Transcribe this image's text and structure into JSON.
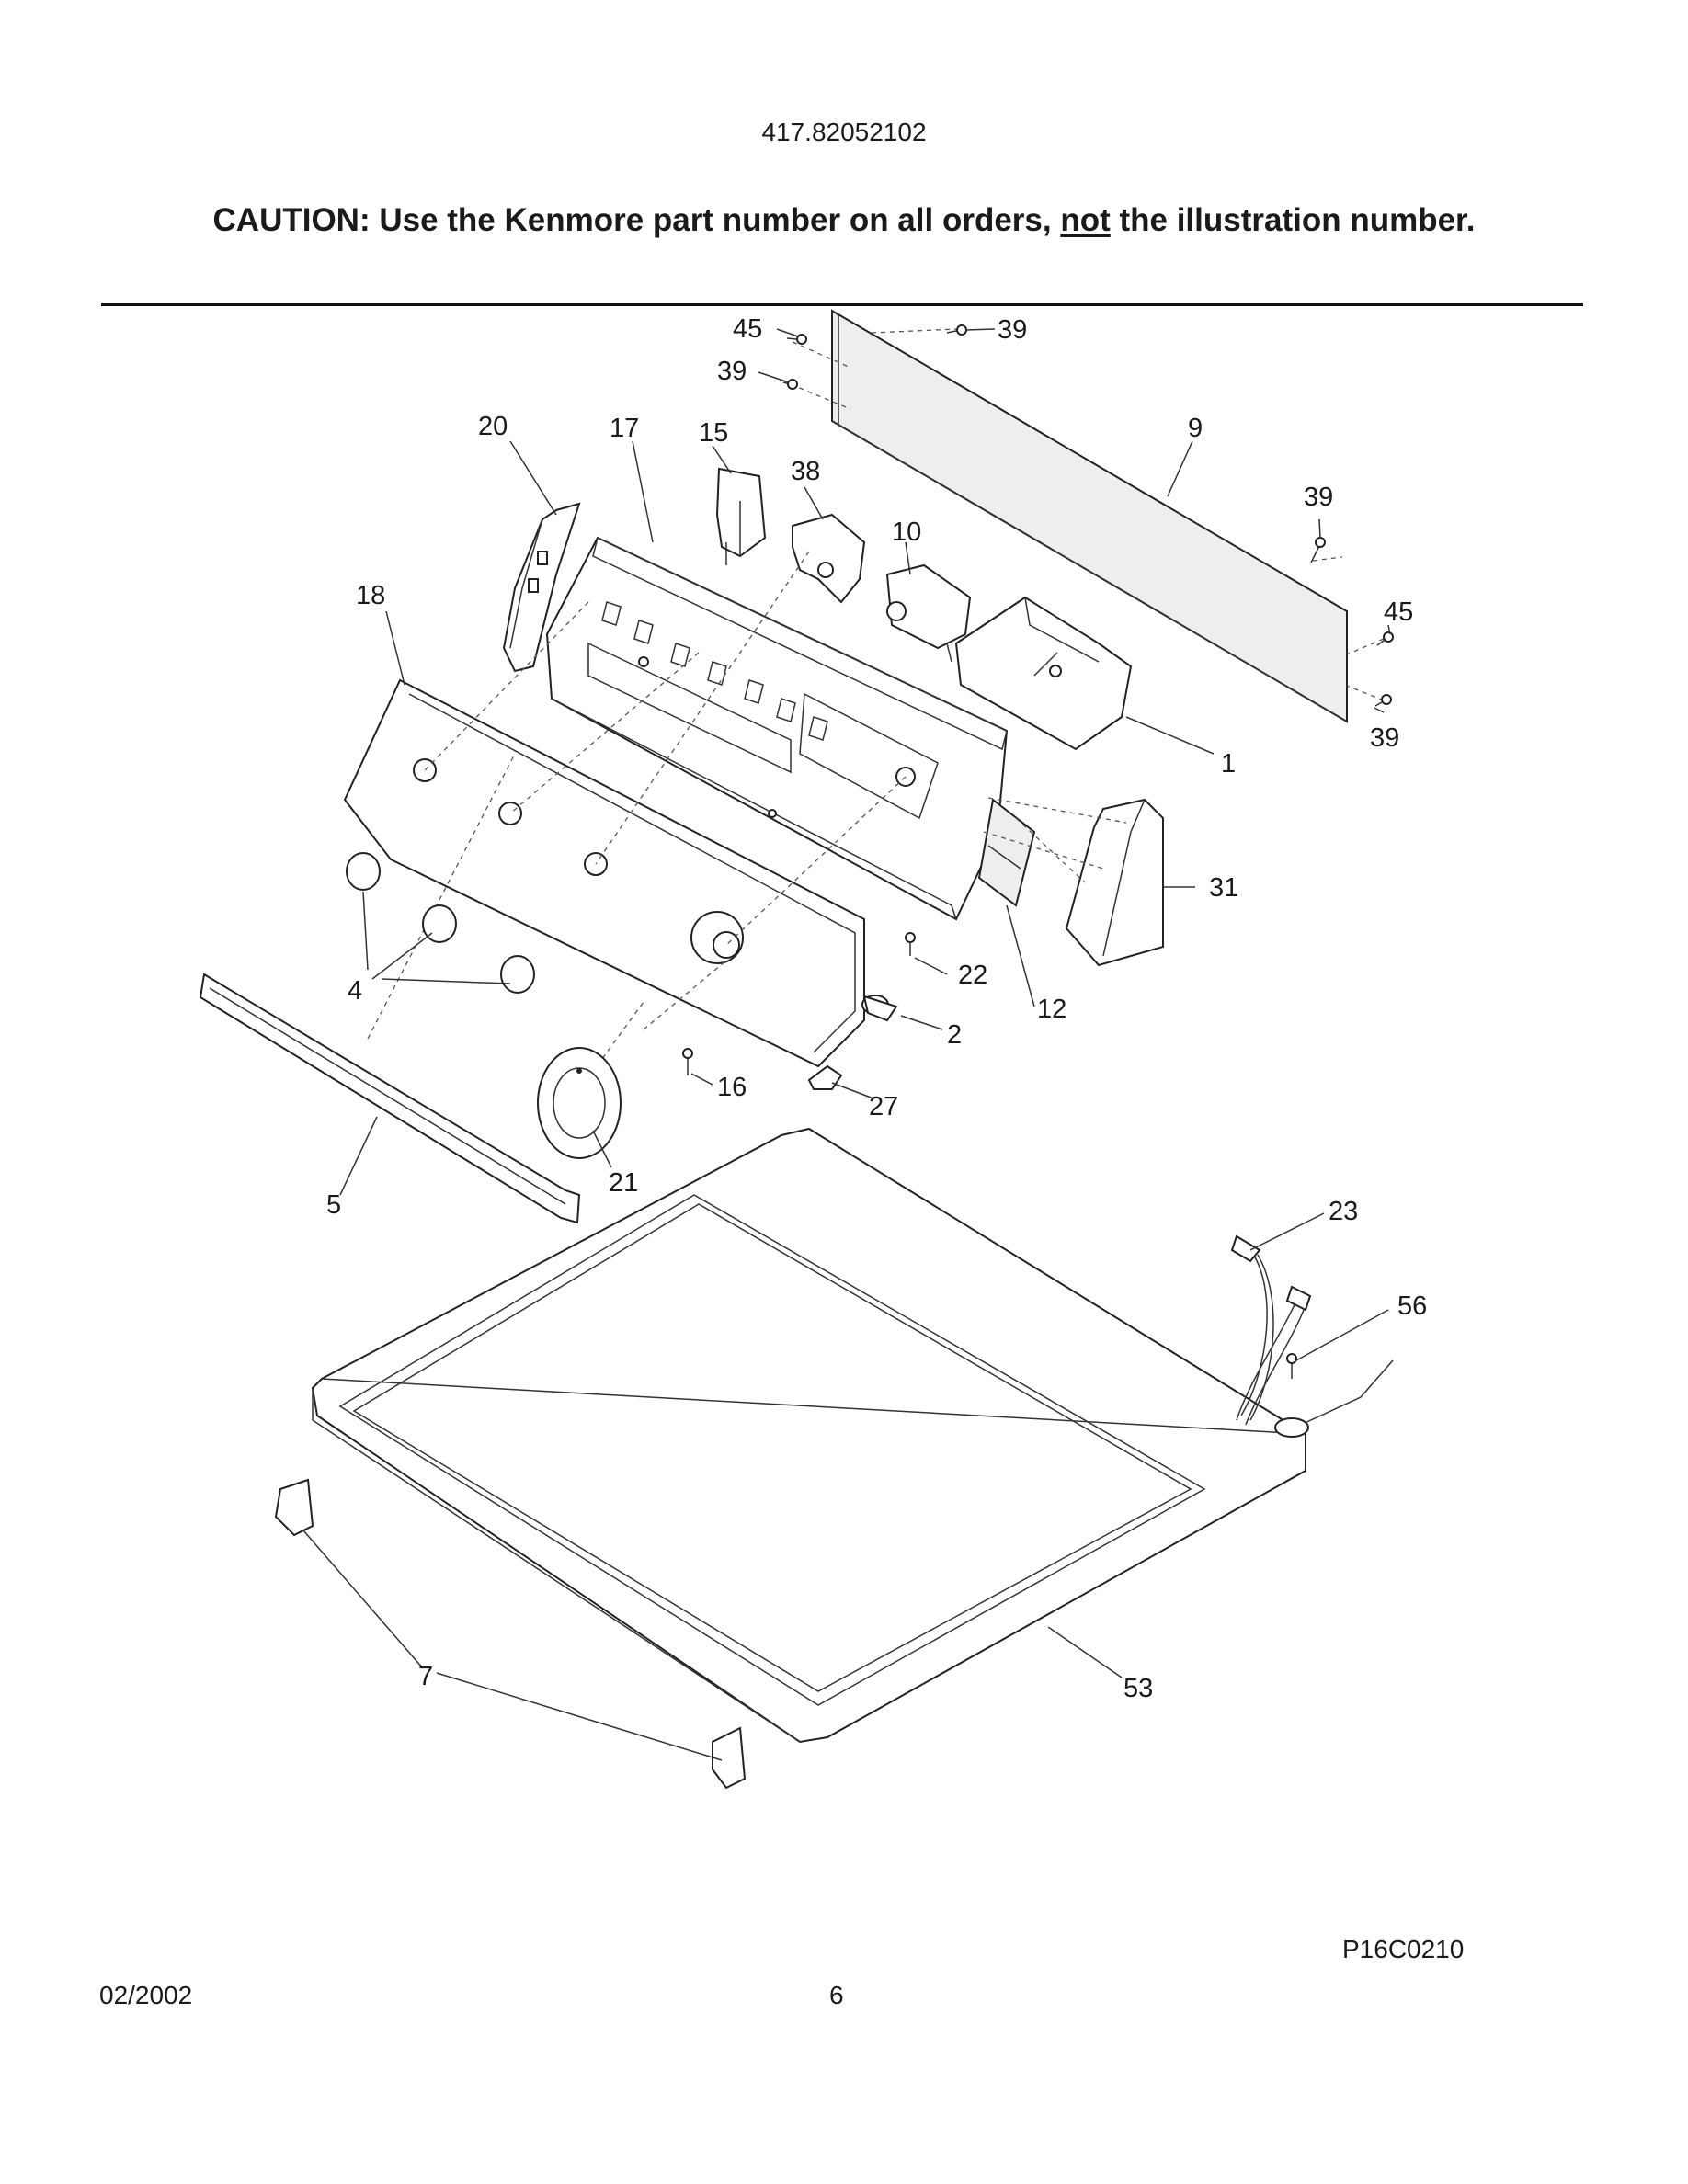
{
  "header": {
    "model_number": "417.82052102",
    "caution_prefix": "CAUTION: Use the Kenmore part number on all orders, ",
    "caution_emphasis": "not",
    "caution_suffix": " the illustration number."
  },
  "diagram": {
    "callouts": {
      "c45a": "45",
      "c39a": "39",
      "c39b": "39",
      "c9": "9",
      "c39c": "39",
      "c45b": "45",
      "c39d": "39",
      "c20": "20",
      "c17": "17",
      "c15": "15",
      "c38": "38",
      "c10": "10",
      "c18": "18",
      "c1": "1",
      "c31": "31",
      "c4": "4",
      "c22": "22",
      "c12": "12",
      "c2": "2",
      "c16": "16",
      "c27": "27",
      "c21": "21",
      "c5": "5",
      "c23": "23",
      "c56": "56",
      "c7": "7",
      "c53": "53"
    }
  },
  "footer": {
    "illustration_code": "P16C0210",
    "print_date": "02/2002",
    "page_number": "6"
  }
}
